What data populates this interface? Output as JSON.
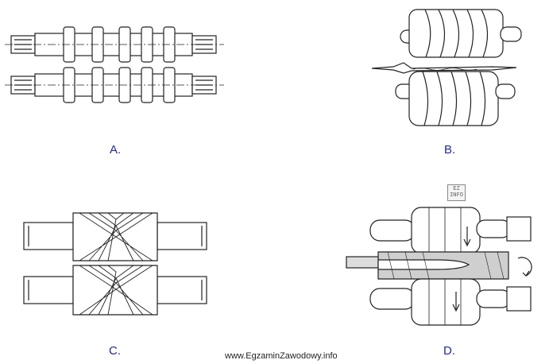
{
  "labels": {
    "a": "A.",
    "b": "B.",
    "c": "C.",
    "d": "D."
  },
  "footer": "www.EgzaminZawodowy.info",
  "badge": {
    "line1": "EZ",
    "line2": "INFO"
  }
}
